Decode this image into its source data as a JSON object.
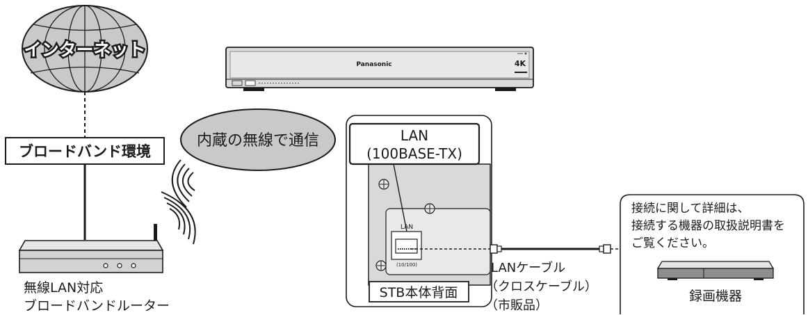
{
  "internet_label": "インターネット",
  "broadband_label": "ブロードバンド環境",
  "router_label_line1": "無線LAN対応",
  "router_label_line2": "ブロードバンドルーター",
  "wireless_label": "内蔵の無線で通信",
  "stb": {
    "brand": "Panasonic",
    "badge_4k": "4K",
    "lan_port_label": "LAN",
    "lan_port_speed": "(10/100)",
    "callout_line1": "LAN",
    "callout_line2": "(100BASE-TX)",
    "back_panel_label": "STB本体背面"
  },
  "cable_label_line1": "LANケーブル",
  "cable_label_line2": "（クロスケーブル）",
  "cable_label_line3": "（市販品）",
  "note_line1": "接続に関して詳細は、",
  "note_line2": "接続する機器の取扱説明書を",
  "note_line3": "ご覧ください。",
  "recorder_label": "録画機器",
  "colors": {
    "ellipse_fill": "#c9c9c9",
    "line": "#1a1a1a",
    "device_body": "#d2d2d2"
  }
}
